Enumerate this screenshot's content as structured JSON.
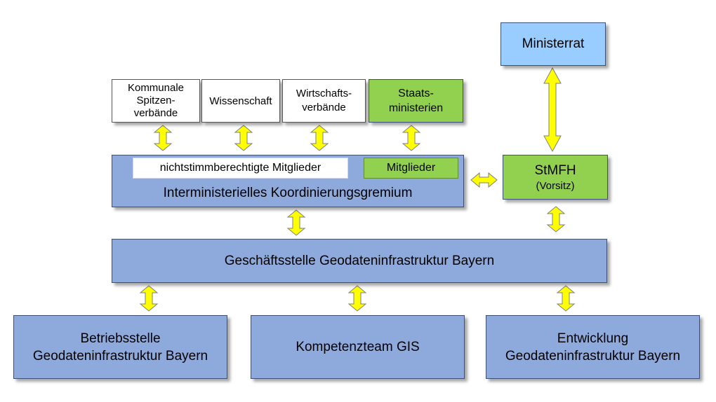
{
  "boxes": {
    "ministerrat": "Ministerrat",
    "kommunale": "Kommunale\nSpitzen-\nverbände",
    "wissenschaft": "Wissenschaft",
    "wirtschaft": "Wirtschafts-\nverbände",
    "staatsministerien": "Staats-\nministerien",
    "nichtstimm": "nichtstimmberechtigte Mitglieder",
    "mitglieder": "Mitglieder",
    "gremium": "Interministerielles Koordinierungsgremium",
    "stmfh_title": "StMFH",
    "stmfh_sub": "(Vorsitz)",
    "geschaeftsstelle": "Geschäftsstelle Geodateninfrastruktur Bayern",
    "betriebsstelle": "Betriebsstelle\nGeodateninfrastruktur Bayern",
    "kompetenzteam": "Kompetenzteam GIS",
    "entwicklung": "Entwicklung\nGeodateninfrastruktur Bayern"
  },
  "colors": {
    "blue": "#8eaadc",
    "lightblue": "#99ccff",
    "green": "#92d050",
    "arrow_fill": "#ffff00",
    "arrow_stroke": "#7f7f7f"
  }
}
